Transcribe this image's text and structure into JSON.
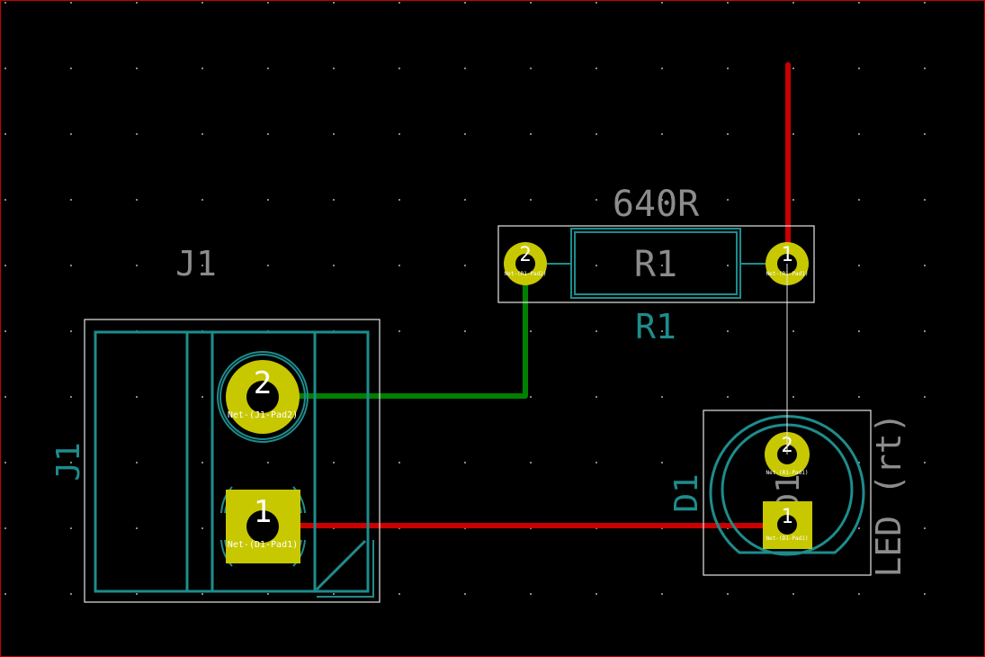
{
  "colors": {
    "background": "#000000",
    "grid": "#b4b4b4",
    "border": "#c80000",
    "courtyard": "#e6e6e6",
    "fab": "#1e8c8c",
    "pad": "#c8c800",
    "drill": "#000000",
    "track_front": "#c80000",
    "track_back": "#008000",
    "ratsnest": "#e6e6e6",
    "value_text": "#8c8c8c",
    "reference_text": "#1e8c8c"
  },
  "components": {
    "j1": {
      "value_label": "J1",
      "reference_label": "J1",
      "pad2": {
        "number": "2",
        "net": "Net-(J1-Pad2)"
      },
      "pad1": {
        "number": "1",
        "net": "Net-(D1-Pad1)"
      }
    },
    "r1": {
      "value_label": "640R",
      "reference_label": "R1",
      "fab_label": "R1",
      "pad2": {
        "number": "2",
        "net": "Net-(R1-Pad2)"
      },
      "pad1": {
        "number": "1",
        "net": "Net-(R1-Pad1)"
      }
    },
    "d1": {
      "value_label": "LED (rt)",
      "reference_label": "D1",
      "fab_label": "D1",
      "pad2": {
        "number": "2",
        "net": "Net-(R1-Pad1)"
      },
      "pad1": {
        "number": "1",
        "net": "Net-(D1-Pad1)"
      }
    }
  },
  "icons": [
    "grid-dot-icon"
  ]
}
